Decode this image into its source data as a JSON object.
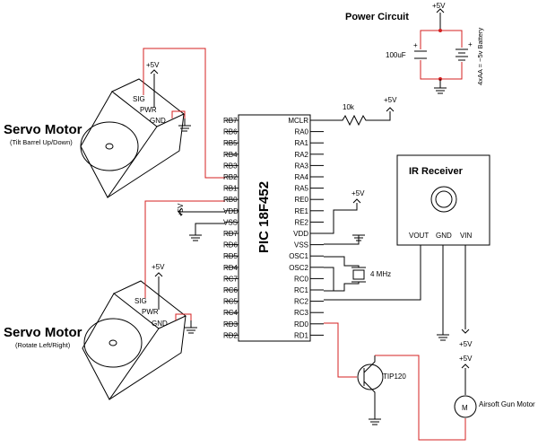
{
  "colors": {
    "wire_black": "#000000",
    "wire_red": "#d42020",
    "background": "#ffffff"
  },
  "power": {
    "title": "Power Circuit",
    "vcc": "+5V",
    "cap_value": "100uF",
    "cap_plus": "+",
    "battery_plus": "+",
    "battery_label": "4xAA = ~5v Battery"
  },
  "servo_top": {
    "title": "Servo Motor",
    "subtitle": "(Tilt Barrel Up/Down)",
    "vcc": "+5V",
    "sig": "SIG",
    "pwr": "PWR",
    "gnd": "GND"
  },
  "servo_bottom": {
    "title": "Servo Motor",
    "subtitle": "(Rotate Left/Right)",
    "vcc": "+5V",
    "sig": "SIG",
    "pwr": "PWR",
    "gnd": "GND"
  },
  "pic": {
    "name": "PIC 18F452",
    "left_pins": [
      "RB7",
      "RB6",
      "RB5",
      "RB4",
      "RB3",
      "RB2",
      "RB1",
      "RB0",
      "VDD",
      "VSS",
      "RD7",
      "RD6",
      "RD5",
      "RD4",
      "RC7",
      "RC6",
      "RC5",
      "RC4",
      "RD3",
      "RD2"
    ],
    "right_pins": [
      "MCLR",
      "RA0",
      "RA1",
      "RA2",
      "RA3",
      "RA4",
      "RA5",
      "RE0",
      "RE1",
      "RE2",
      "VDD",
      "VSS",
      "OSC1",
      "OSC2",
      "RC0",
      "RC1",
      "RC2",
      "RC3",
      "RD0",
      "RD1"
    ],
    "vdd_supply": "+5V",
    "right_vdd_supply": "+5V"
  },
  "mclr": {
    "resistor": "10k",
    "vcc": "+5V"
  },
  "crystal": {
    "label": "4 MHz"
  },
  "ir": {
    "title": "IR Receiver",
    "vout": "VOUT",
    "gnd": "GND",
    "vin": "VIN",
    "vcc": "+5V"
  },
  "transistor": {
    "label": "TIP120"
  },
  "motor": {
    "symbol": "M",
    "label": "Airsoft Gun Motor",
    "vcc": "+5V"
  }
}
